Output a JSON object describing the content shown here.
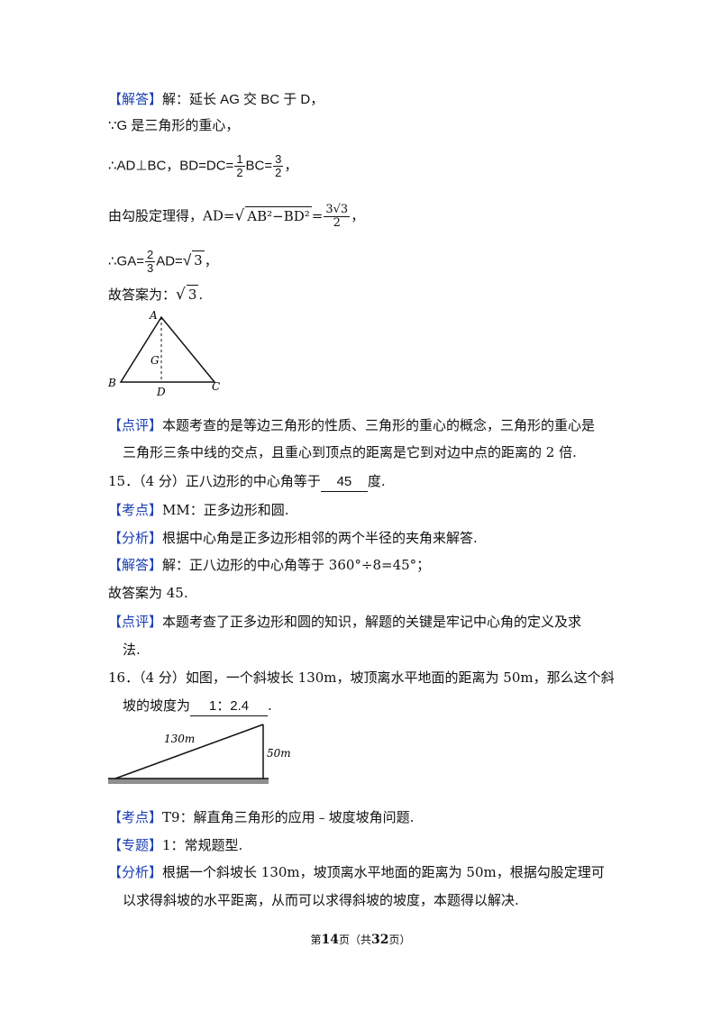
{
  "q14": {
    "answer_tag": "【解答】",
    "answer_text": "解：延长 AG 交 BC 于 D，",
    "l2": "∵G 是三角形的重心，",
    "l3_pre": "∴AD⊥BC，BD=DC=",
    "l3_f1_num": "1",
    "l3_f1_den": "2",
    "l3_mid": "BC=",
    "l3_f2_num": "3",
    "l3_f2_den": "2",
    "l3_end": "，",
    "l4_pre": "由勾股定理得，AD=",
    "l4_rad": "AB²−BD²",
    "l4_eq": "=",
    "l4_f_num": "3√3",
    "l4_f_den": "2",
    "l4_end": "，",
    "l5_pre": "∴GA=",
    "l5_f_num": "2",
    "l5_f_den": "3",
    "l5_mid": "AD=",
    "l5_rad": "3",
    "l5_end": "，",
    "l6_pre": "故答案为：",
    "l6_rad": "3",
    "l6_end": ".",
    "fig_labels": {
      "A": "A",
      "B": "B",
      "C": "C",
      "D": "D",
      "G": "G"
    },
    "comment_tag": "【点评】",
    "comment_l1": "本题考查的是等边三角形的性质、三角形的重心的概念，三角形的重心是",
    "comment_l2": "三角形三条中线的交点，且重心到顶点的距离是它到对边中点的距离的 2 倍."
  },
  "q15": {
    "stem_pre": "15．（4 分）正八边形的中心角等于",
    "blank": "45",
    "stem_post": "度.",
    "kd_tag": "【考点】",
    "kd_text": "MM：正多边形和圆.",
    "fx_tag": "【分析】",
    "fx_text": "根据中心角是正多边形相邻的两个半径的夹角来解答.",
    "jd_tag": "【解答】",
    "jd_text": "解：正八边形的中心角等于 360°÷8=45°；",
    "ans": "故答案为 45.",
    "dp_tag": "【点评】",
    "dp_l1": "本题考查了正多边形和圆的知识，解题的关键是牢记中心角的定义及求",
    "dp_l2": "法."
  },
  "q16": {
    "stem_l1": "16．（4 分）如图，一个斜坡长 130m，坡顶离水平地面的距离为 50m，那么这个斜",
    "stem_l2_pre": "坡的坡度为",
    "blank": "1：2.4",
    "stem_l2_post": ".",
    "fig_slope": "130m",
    "fig_height": "50m",
    "kd_tag": "【考点】",
    "kd_text": "T9：解直角三角形的应用﹣坡度坡角问题.",
    "zt_tag": "【专题】",
    "zt_text": "1：常规题型.",
    "fx_tag": "【分析】",
    "fx_l1": "根据一个斜坡长 130m，坡顶离水平地面的距离为 50m，根据勾股定理可",
    "fx_l2": "以求得斜坡的水平距离，从而可以求得斜坡的坡度，本题得以解决."
  },
  "footer": {
    "pre": "第",
    "page": "14",
    "mid": "页（共",
    "total": "32",
    "post": "页）"
  }
}
